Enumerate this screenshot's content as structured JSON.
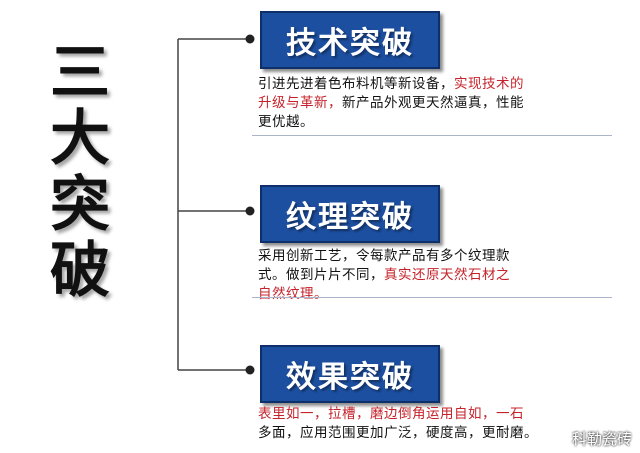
{
  "title_chars": [
    "三",
    "大",
    "突",
    "破"
  ],
  "items": [
    {
      "heading": "技术突破",
      "desc_line1_a": "引进先进着色布料机等新设备，",
      "desc_line1_b": "实现技术的",
      "desc_line2_a": "升级与革新，",
      "desc_line2_b": "新产品外观更天然逼真，性能",
      "desc_line3_a": "更优越。",
      "desc_line3_b": ""
    },
    {
      "heading": "纹理突破",
      "desc_line1_a": "采用创新工艺，令每款产品有多个纹理款",
      "desc_line1_b": "",
      "desc_line2_a": "式。做到片片不同，",
      "desc_line2_b": "真实还原天然石材之",
      "desc_line3_a": "",
      "desc_line3_b": "自然纹理。"
    },
    {
      "heading": "效果突破",
      "desc_line1_a": "",
      "desc_line1_b": "表里如一，拉槽，磨边倒角运用自如，一石",
      "desc_line2_a": "多面，应用范围更加广泛，硬度高，更耐磨。",
      "desc_line2_b": "",
      "desc_line3_a": "",
      "desc_line3_b": ""
    }
  ],
  "watermark": "科勒瓷砖",
  "colors": {
    "box_blue": "#1d4fa0",
    "highlight_red": "#c5232b"
  }
}
